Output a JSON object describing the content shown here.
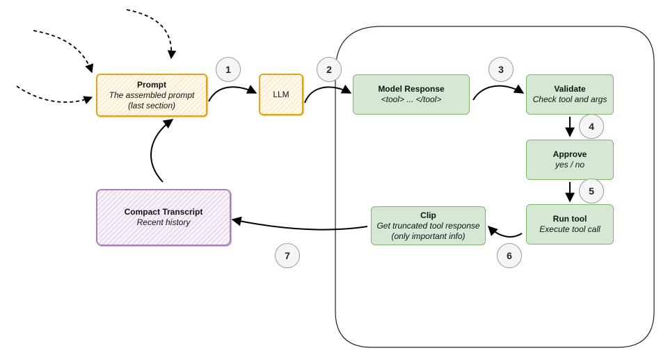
{
  "nodes": {
    "prompt": {
      "title": "Prompt",
      "lines": [
        "The assembled prompt",
        "(last section)"
      ]
    },
    "llm": {
      "title": "LLM"
    },
    "model_response": {
      "title": "Model Response",
      "lines": [
        "<tool> ... </tool>"
      ]
    },
    "validate": {
      "title": "Validate",
      "lines": [
        "Check tool and args"
      ]
    },
    "approve": {
      "title": "Approve",
      "lines": [
        "yes / no"
      ]
    },
    "run_tool": {
      "title": "Run tool",
      "lines": [
        "Execute tool call"
      ]
    },
    "clip": {
      "title": "Clip",
      "lines": [
        "Get truncated tool response",
        "(only important info)"
      ]
    },
    "compact_transcript": {
      "title": "Compact Transcript",
      "lines": [
        "Recent history"
      ]
    }
  },
  "steps": [
    "1",
    "2",
    "3",
    "4",
    "5",
    "6",
    "7"
  ],
  "colors": {
    "sketch_yellow_stroke": "#e0a323",
    "sketch_purple_stroke": "#a680b8",
    "green_fill": "#d5e8d4",
    "green_stroke": "#82b366",
    "badge_fill": "#f5f5f5"
  }
}
